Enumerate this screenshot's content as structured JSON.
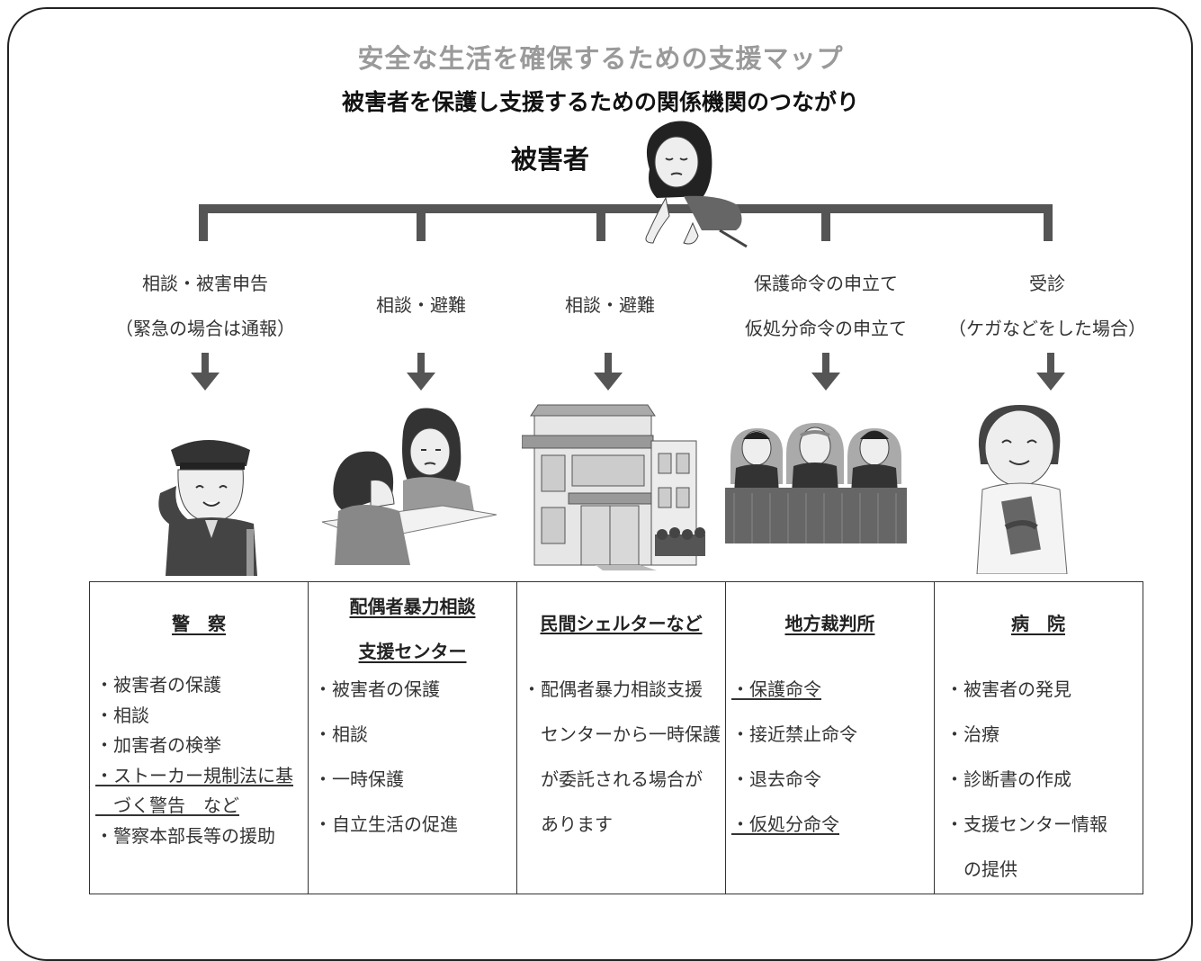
{
  "title": "安全な生活を確保するための支援マップ",
  "subtitle": "被害者を保護し支援するための関係機関のつながり",
  "victim_label": "被害者",
  "branches": [
    {
      "lines": [
        "相談・被害申告",
        "（緊急の場合は通報）"
      ]
    },
    {
      "lines": [
        "相談・避難"
      ]
    },
    {
      "lines": [
        "相談・避難"
      ]
    },
    {
      "lines": [
        "保護命令の申立て",
        "仮処分命令の申立て"
      ]
    },
    {
      "lines": [
        "受診",
        "（ケガなどをした場合）"
      ]
    }
  ],
  "columns": [
    {
      "heading": [
        "警　察"
      ],
      "items": [
        "・被害者の保護",
        "・相談",
        "・加害者の検挙",
        "・ストーカー規制法に基",
        "　づく警告　など",
        "・警察本部長等の援助"
      ]
    },
    {
      "heading": [
        "配偶者暴力相談",
        "支援センター"
      ],
      "items": [
        "・被害者の保護",
        "・相談",
        "・一時保護",
        "・自立生活の促進"
      ]
    },
    {
      "heading": [
        "民間シェルターなど"
      ],
      "items": [
        "・配偶者暴力相談支援",
        "　センターから一時保護",
        "　が委託される場合が",
        "　あります"
      ]
    },
    {
      "heading": [
        "地方裁判所"
      ],
      "items": [
        "・保護命令",
        "・接近禁止命令",
        "・退去命令",
        "・仮処分命令"
      ]
    },
    {
      "heading": [
        "病　院"
      ],
      "items": [
        "・被害者の発見",
        "・治療",
        "・診断書の作成",
        "・支援センター情報",
        "　の提供"
      ]
    }
  ],
  "colors": {
    "connector": "#555555",
    "title_gray": "#9a9a9a"
  }
}
